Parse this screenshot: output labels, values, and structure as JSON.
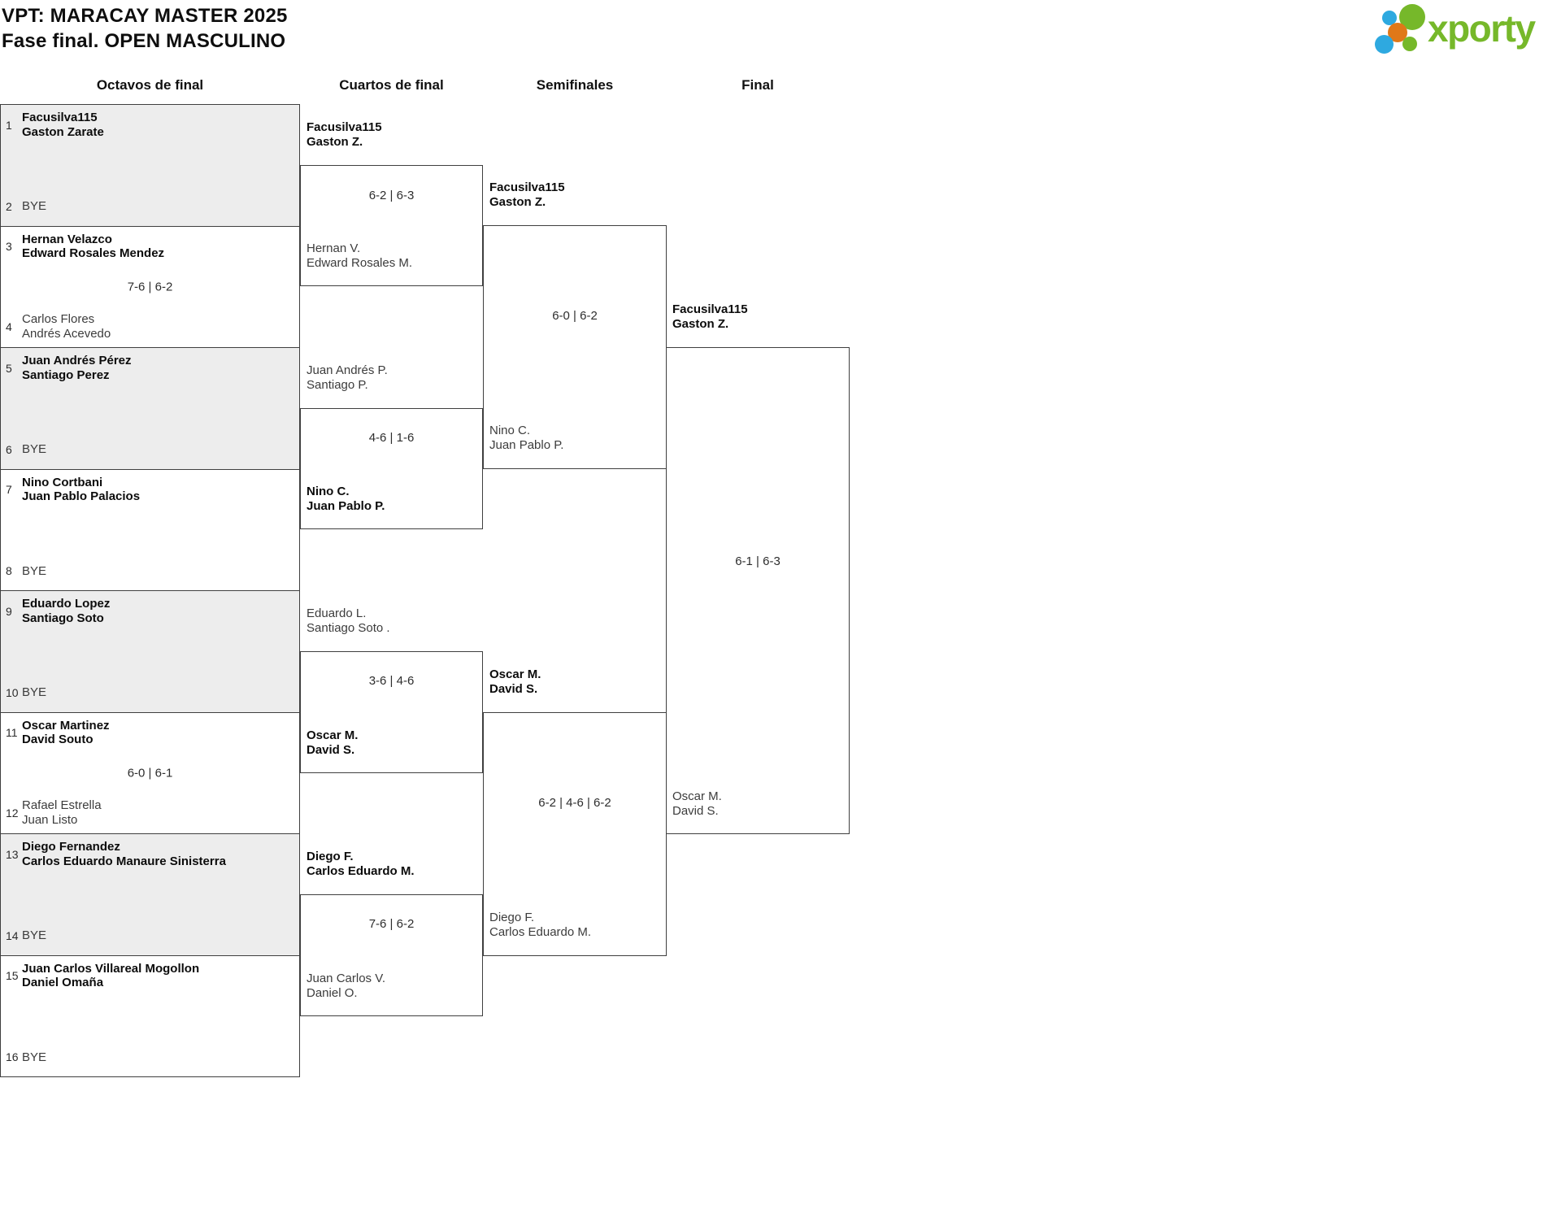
{
  "header": {
    "title_line1": "VPT: MARACAY MASTER 2025",
    "title_line2": "Fase final. OPEN MASCULINO"
  },
  "logo": {
    "text": "xporty",
    "green": "#76b82a",
    "blue": "#2ea9e0",
    "orange": "#e07818"
  },
  "round_headers": {
    "r16": "Octavos de final",
    "qf": "Cuartos de final",
    "sf": "Semifinales",
    "final": "Final"
  },
  "r16": {
    "matches": [
      {
        "p1": {
          "seed": "1",
          "line1": "Facusilva115",
          "line2": "Gaston Zarate"
        },
        "p2": {
          "seed": "2",
          "line1": "BYE"
        }
      },
      {
        "p1": {
          "seed": "3",
          "line1": "Hernan Velazco",
          "line2": "Edward Rosales Mendez"
        },
        "p2": {
          "seed": "4",
          "line1": "Carlos Flores",
          "line2": "Andrés Acevedo"
        },
        "score": "7-6 | 6-2"
      },
      {
        "p1": {
          "seed": "5",
          "line1": "Juan Andrés Pérez",
          "line2": "Santiago Perez"
        },
        "p2": {
          "seed": "6",
          "line1": "BYE"
        }
      },
      {
        "p1": {
          "seed": "7",
          "line1": "Nino Cortbani",
          "line2": "Juan Pablo Palacios"
        },
        "p2": {
          "seed": "8",
          "line1": "BYE"
        }
      },
      {
        "p1": {
          "seed": "9",
          "line1": "Eduardo Lopez",
          "line2": "Santiago Soto"
        },
        "p2": {
          "seed": "10",
          "line1": "BYE"
        }
      },
      {
        "p1": {
          "seed": "11",
          "line1": "Oscar Martinez",
          "line2": "David Souto"
        },
        "p2": {
          "seed": "12",
          "line1": "Rafael Estrella",
          "line2": "Juan Listo"
        },
        "score": "6-0 | 6-1"
      },
      {
        "p1": {
          "seed": "13",
          "line1": "Diego Fernandez",
          "line2": "Carlos Eduardo Manaure Sinisterra"
        },
        "p2": {
          "seed": "14",
          "line1": "BYE"
        }
      },
      {
        "p1": {
          "seed": "15",
          "line1": "Juan Carlos Villareal Mogollon",
          "line2": "Daniel Omaña"
        },
        "p2": {
          "seed": "16",
          "line1": "BYE"
        }
      }
    ]
  },
  "qf": {
    "matches": [
      {
        "p1": {
          "line1": "Facusilva115",
          "line2": "Gaston Z."
        },
        "p2": {
          "line1": "Hernan V.",
          "line2": "Edward Rosales M."
        },
        "score": "6-2 | 6-3"
      },
      {
        "p1": {
          "line1": "Juan Andrés P.",
          "line2": "Santiago P."
        },
        "p2": {
          "line1": "Nino C.",
          "line2": "Juan Pablo P."
        },
        "score": "4-6 | 1-6"
      },
      {
        "p1": {
          "line1": "Eduardo L.",
          "line2": "Santiago Soto ."
        },
        "p2": {
          "line1": "Oscar M.",
          "line2": "David S."
        },
        "score": "3-6 | 4-6"
      },
      {
        "p1": {
          "line1": "Diego F.",
          "line2": "Carlos Eduardo M."
        },
        "p2": {
          "line1": "Juan Carlos V.",
          "line2": "Daniel O."
        },
        "score": "7-6 | 6-2"
      }
    ]
  },
  "sf": {
    "matches": [
      {
        "p1": {
          "line1": "Facusilva115",
          "line2": "Gaston Z."
        },
        "p2": {
          "line1": "Nino C.",
          "line2": "Juan Pablo P."
        },
        "score": "6-0 | 6-2"
      },
      {
        "p1": {
          "line1": "Oscar M.",
          "line2": "David S."
        },
        "p2": {
          "line1": "Diego F.",
          "line2": "Carlos Eduardo M."
        },
        "score": "6-2 | 4-6 | 6-2"
      }
    ]
  },
  "final": {
    "match": {
      "p1": {
        "line1": "Facusilva115",
        "line2": "Gaston Z."
      },
      "p2": {
        "line1": "Oscar M.",
        "line2": "David S."
      },
      "score": "6-1 | 6-3"
    }
  }
}
